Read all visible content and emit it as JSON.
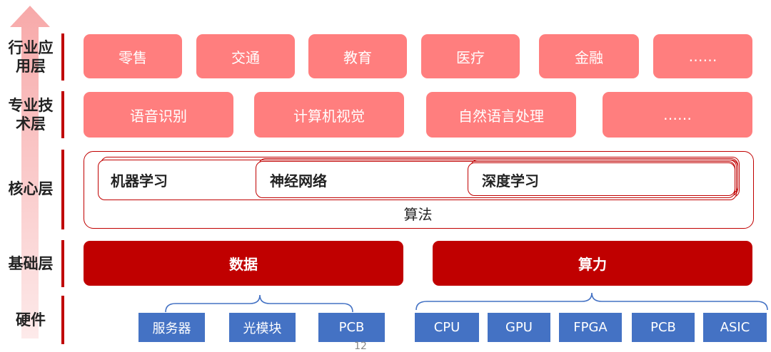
{
  "layers": {
    "application": {
      "label": "行业应用层",
      "items": [
        "零售",
        "交通",
        "教育",
        "医疗",
        "金融",
        "……"
      ]
    },
    "technology": {
      "label": "专业技术层",
      "items": [
        "语音识别",
        "计算机视觉",
        "自然语言处理",
        "……"
      ]
    },
    "core": {
      "label": "核心层",
      "algorithm": "算法",
      "nested": [
        "机器学习",
        "神经网络",
        "深度学习"
      ]
    },
    "foundation": {
      "label": "基础层",
      "items": [
        "数据",
        "算力"
      ]
    },
    "hardware": {
      "label": "硬件",
      "data_group": [
        "服务器",
        "光模块",
        "PCB"
      ],
      "compute_group": [
        "CPU",
        "GPU",
        "FPGA",
        "PCB",
        "ASIC"
      ]
    }
  },
  "page_number": "12",
  "colors": {
    "dark_red": "#c00000",
    "pink": "#ff7e7e",
    "blue": "#4472c4"
  }
}
